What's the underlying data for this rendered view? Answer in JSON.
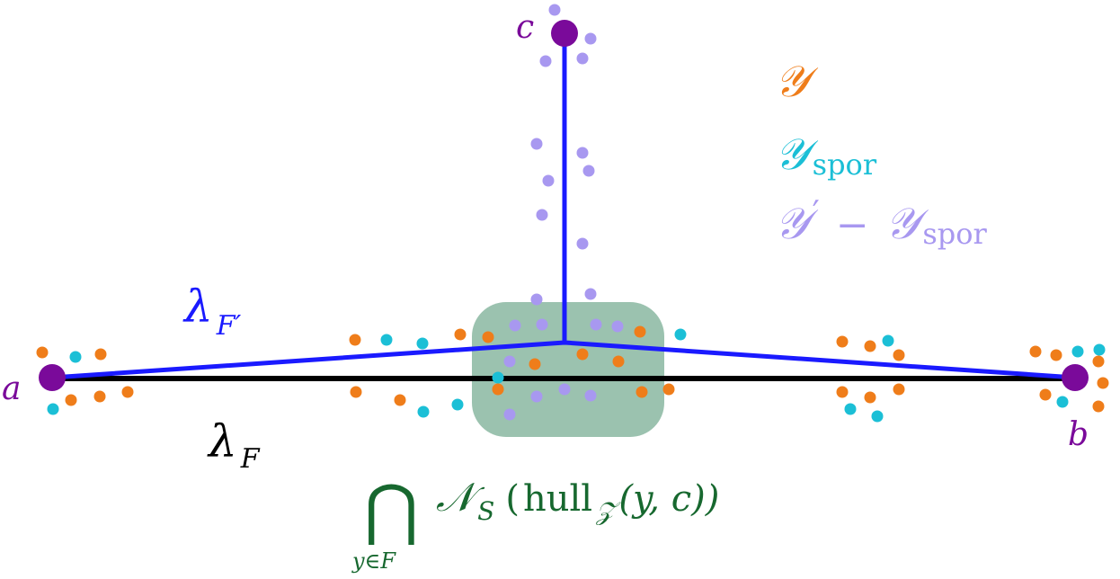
{
  "colors": {
    "black": "#000000",
    "blue": "#1a1aff",
    "purple": "#7a0a9a",
    "orange": "#ef7d1a",
    "cyan": "#1bbfd6",
    "lavender": "#a898f0",
    "green_box": "#7aae94",
    "green_text": "#17682f"
  },
  "vertices": {
    "a": "a",
    "b": "b",
    "c": "c"
  },
  "labels": {
    "lambda": "λ",
    "F": "F",
    "F_prime": "F′",
    "set_Y": "𝒴",
    "spor": "spor",
    "prime": "′",
    "minus": "−",
    "intersection": "⋂",
    "y_in_F": "y∈F",
    "N": "𝒩",
    "S": "S",
    "open_paren": "(",
    "hull": "hull",
    "Z": "𝒵",
    "hull_args": "(y, c))"
  }
}
